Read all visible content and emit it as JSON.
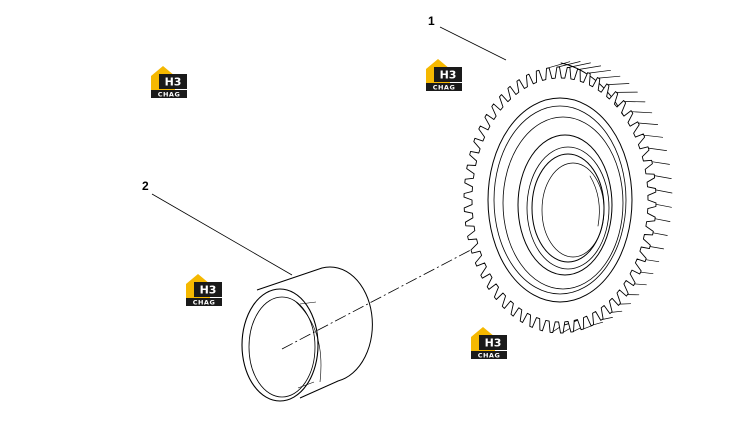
{
  "parts": [
    {
      "number": "1",
      "part": "gear"
    },
    {
      "number": "2",
      "part": "bushing"
    }
  ],
  "watermark": {
    "mark": "H3",
    "word": "CHAG",
    "colors": {
      "yellow": "#f5b800",
      "black": "#1a1a1a",
      "white": "#ffffff"
    }
  },
  "colors": {
    "line": "#000000",
    "background": "#ffffff"
  }
}
